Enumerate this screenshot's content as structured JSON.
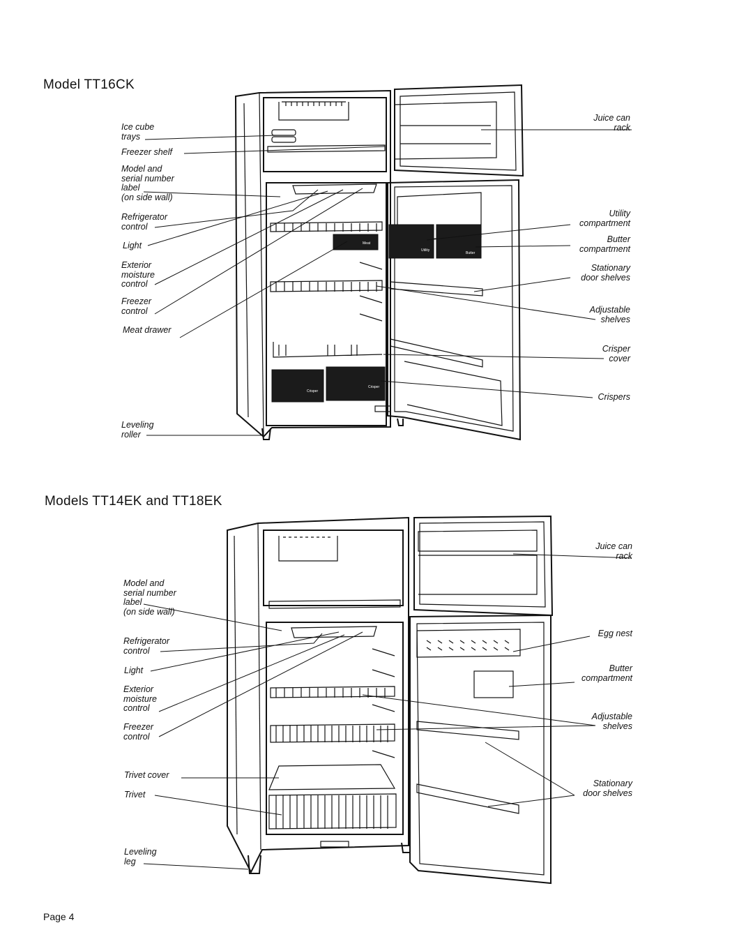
{
  "page": {
    "number_label": "Page 4"
  },
  "top": {
    "heading": "Model  TT16CK",
    "labels": {
      "ice_cube_trays": "Ice cube\ntrays",
      "freezer_shelf": "Freezer shelf",
      "model_serial": "Model and\nserial number\nlabel\n(on side wall)",
      "refrigerator_control": "Refrigerator\ncontrol",
      "light": "Light",
      "exterior_moisture_control": "Exterior\nmoisture\ncontrol",
      "freezer_control": "Freezer\ncontrol",
      "meat_drawer": "Meat drawer",
      "leveling_roller": "Leveling\nroller",
      "juice_can_rack": "Juice can\nrack",
      "utility_compartment": "Utility\ncompartment",
      "butter_compartment": "Butter\ncompartment",
      "stationary_door_shelves": "Stationary\ndoor shelves",
      "adjustable_shelves": "Adjustable\nshelves",
      "crisper_cover": "Crisper\ncover",
      "crispers": "Crispers"
    }
  },
  "bottom": {
    "heading": "Models TT14EK and TT18EK",
    "labels": {
      "model_serial": "Model and\nserial number\nlabel\n(on side wall)",
      "refrigerator_control": "Refrigerator\ncontrol",
      "light": "Light",
      "exterior_moisture_control": "Exterior\nmoisture\ncontrol",
      "freezer_control": "Freezer\ncontrol",
      "trivet_cover": "Trivet cover",
      "trivet": "Trivet",
      "leveling_leg": "Leveling\nleg",
      "juice_can_rack": "Juice can\nrack",
      "egg_nest": "Egg nest",
      "butter_compartment": "Butter\ncompartment",
      "adjustable_shelves": "Adjustable\nshelves",
      "stationary_door_shelves": "Stationary\ndoor shelves"
    }
  }
}
